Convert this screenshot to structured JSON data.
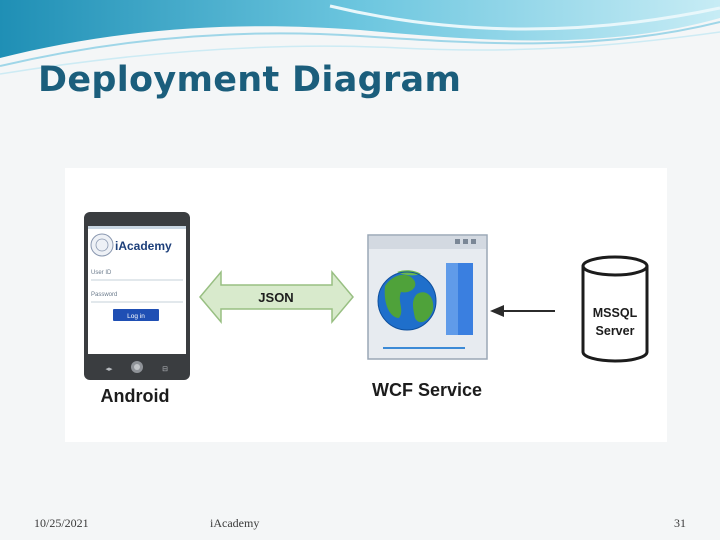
{
  "slide": {
    "title": "Deployment Diagram"
  },
  "diagram": {
    "phone": {
      "app_name": "iAcademy",
      "user_id_label": "User ID",
      "password_label": "Password",
      "login_button": "Log in",
      "caption": "Android"
    },
    "connector_label": "JSON",
    "service_caption": "WCF Service",
    "database_label_line1": "MSSQL",
    "database_label_line2": "Server"
  },
  "footer": {
    "date": "10/25/2021",
    "center": "iAcademy",
    "page": "31"
  },
  "colors": {
    "title": "#1b5e7c",
    "accent_blue": "#1f5fbf",
    "arrow_green": "#d8eacc"
  }
}
